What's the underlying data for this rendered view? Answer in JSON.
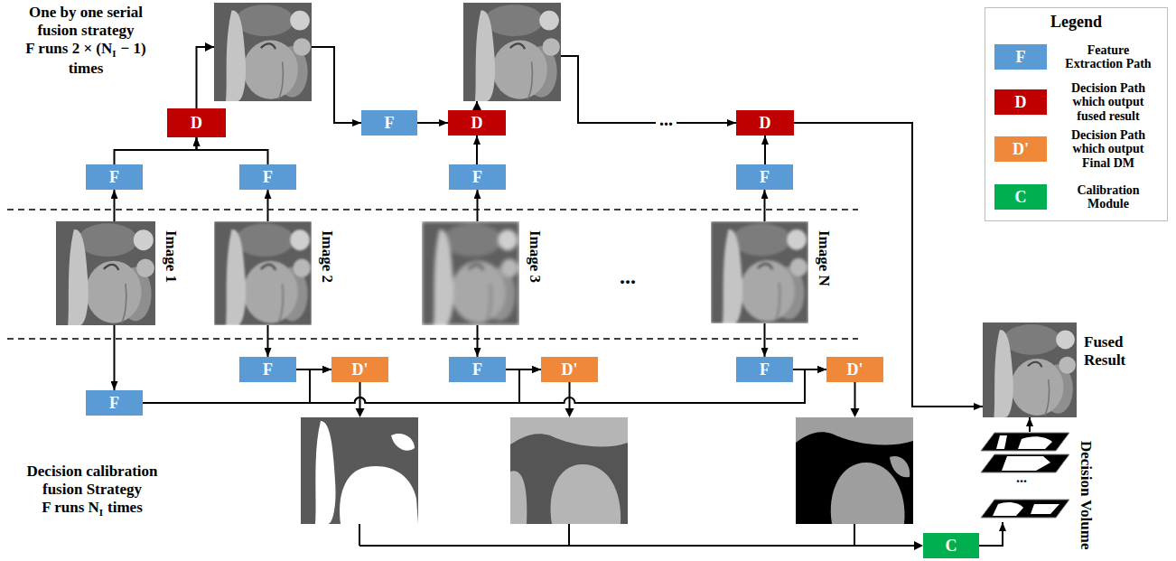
{
  "diagram": {
    "nodes": [
      {
        "text": [
          "D"
        ]
      },
      {
        "text": [
          "F"
        ]
      },
      {
        "text": [
          "F"
        ]
      },
      {
        "text": [
          "F"
        ]
      },
      {
        "text": [
          "D"
        ]
      },
      {
        "text": [
          "F"
        ]
      },
      {
        "text": [
          "D"
        ]
      },
      {
        "text": [
          "F"
        ]
      },
      {
        "text": [
          "Image 1"
        ]
      },
      {
        "text": [
          "Image 2"
        ]
      },
      {
        "text": [
          "Image 3"
        ]
      },
      {
        "text": [
          "Image N"
        ]
      },
      {
        "text": [
          "F"
        ]
      },
      {
        "text": [
          "F"
        ]
      },
      {
        "text": [
          "D'"
        ]
      },
      {
        "text": [
          "F"
        ]
      },
      {
        "text": [
          "D'"
        ]
      },
      {
        "text": [
          "F"
        ]
      },
      {
        "text": [
          "D'"
        ]
      },
      {
        "text": [
          "Fused Result"
        ]
      },
      {
        "text": [
          "Decision Volume"
        ]
      },
      {
        "text": [
          "C"
        ]
      }
    ],
    "edges": [
      {
        "from": 1,
        "to": 0,
        "arrow": "to"
      },
      {
        "from": 2,
        "to": 0,
        "arrow": "to"
      },
      {
        "from": 0,
        "to": 3,
        "arrow": "to"
      },
      {
        "from": 3,
        "to": 4,
        "arrow": "to"
      },
      {
        "from": 5,
        "to": 4,
        "arrow": "to"
      },
      {
        "from": 4,
        "to": 6,
        "label": "...",
        "arrow": "to"
      },
      {
        "from": 7,
        "to": 6,
        "arrow": "to"
      },
      {
        "from": 6,
        "to": 19,
        "arrow": "to"
      },
      {
        "from": 8,
        "to": 1,
        "arrow": "to"
      },
      {
        "from": 9,
        "to": 2,
        "arrow": "to"
      },
      {
        "from": 10,
        "to": 5,
        "arrow": "to"
      },
      {
        "from": 11,
        "to": 7,
        "arrow": "to"
      },
      {
        "from": 8,
        "to": 12,
        "arrow": "to"
      },
      {
        "from": 9,
        "to": 13,
        "arrow": "to"
      },
      {
        "from": 10,
        "to": 15,
        "arrow": "to"
      },
      {
        "from": 11,
        "to": 17,
        "arrow": "to"
      },
      {
        "from": 13,
        "to": 14,
        "arrow": "to"
      },
      {
        "from": 12,
        "to": 14,
        "arrow": "to"
      },
      {
        "from": 15,
        "to": 16,
        "arrow": "to"
      },
      {
        "from": 12,
        "to": 16,
        "arrow": "to"
      },
      {
        "from": 17,
        "to": 18,
        "arrow": "to"
      },
      {
        "from": 12,
        "to": 18,
        "arrow": "to"
      },
      {
        "from": 21,
        "to": 20,
        "arrow": "to"
      },
      {
        "from": 20,
        "to": 19,
        "arrow": "to"
      }
    ],
    "labels": [
      "One by one serial fusion strategy",
      "F runs 2 × (N",
      "I",
      "− 1) times",
      "Decision calibration fusion Strategy",
      "F runs N",
      "I",
      "times",
      "Legend",
      "F",
      "D",
      "D'",
      "C",
      "...",
      "..."
    ],
    "legend": [
      {
        "text": "Feature Extraction Path",
        "color": "#5b9bd5"
      },
      {
        "text": "Decision Path which output fused result",
        "color": "#c00000"
      },
      {
        "text": "Decision Path which output Final DM",
        "color": "#f0883a"
      },
      {
        "text": "Calibration Module",
        "color": "#00b050"
      }
    ]
  }
}
